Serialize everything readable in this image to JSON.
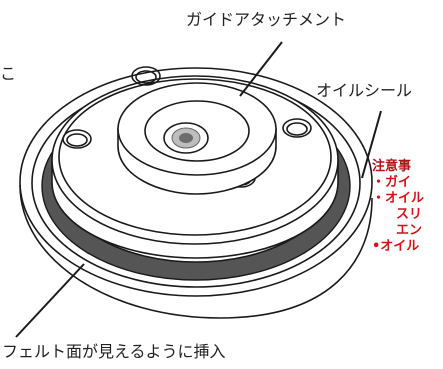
{
  "labels": {
    "guide_attachment": "ガイドアタッチメント",
    "oil_seal": "オイルシール",
    "felt_instruction": "フェルト面が見えるように挿入",
    "left_fragment": "こ"
  },
  "notes": {
    "title": "注意事",
    "lines": [
      "・ガイ",
      "・オイル",
      "スリ",
      "エン",
      "•オイル"
    ]
  },
  "colors": {
    "note_text": "#d01419",
    "note_title": "#b01318",
    "line": "#1a1a1a",
    "felt_ring": "#555555",
    "body": "#ffffff"
  }
}
